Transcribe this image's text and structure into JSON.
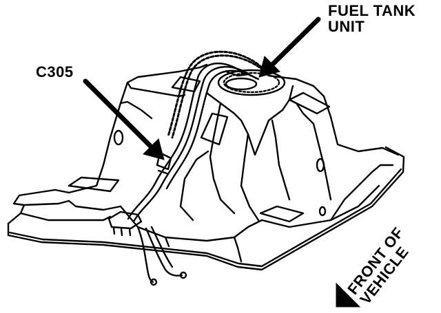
{
  "labels": {
    "fuel_tank_unit_line1": "FUEL TANK",
    "fuel_tank_unit_line2": "UNIT",
    "connector": "C305",
    "front_line1": "FRONT OF",
    "front_line2": "VEHICLE"
  },
  "colors": {
    "ink": "#000000",
    "background": "#ffffff"
  }
}
